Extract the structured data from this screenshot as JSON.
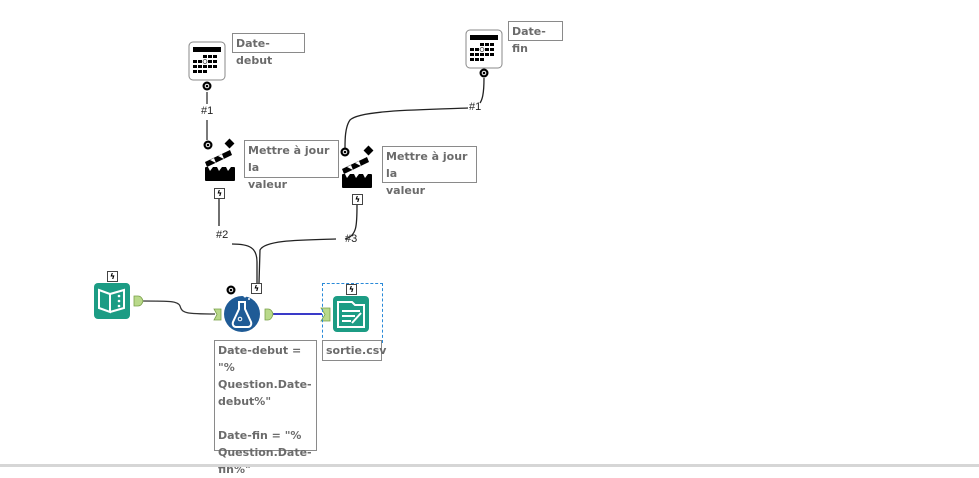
{
  "canvas": {
    "tools": {
      "date_debut": {
        "type": "date-input",
        "icon": "calendar-icon",
        "annotation": "Date-debut"
      },
      "date_fin": {
        "type": "date-input",
        "icon": "calendar-icon",
        "annotation": "Date-fin"
      },
      "action_1": {
        "type": "action",
        "icon": "clapperboard-icon",
        "annotation": "Mettre à jour la\nvaleur"
      },
      "action_2": {
        "type": "action",
        "icon": "clapperboard-icon",
        "annotation": "Mettre à jour la\nvaleur"
      },
      "input": {
        "type": "input-data",
        "icon": "book-icon"
      },
      "formula": {
        "type": "formula",
        "icon": "flask-icon",
        "annotation": "Date-debut = \"%\nQuestion.Date-\ndebut%\"\n\nDate-fin = \"%\nQuestion.Date-\nfin%\""
      },
      "output": {
        "type": "output-data",
        "icon": "output-file-icon",
        "annotation": "sortie.csv"
      }
    },
    "connection_labels": {
      "c1": "#1",
      "c2": "#1",
      "c3": "#2",
      "c4": "#3"
    },
    "colors": {
      "tool_teal": "#1c9c84",
      "formula_blue": "#1f5b96",
      "anchor_green": "#b9d98a",
      "data_line": "#3a3ac8",
      "selection": "#2a8ad8"
    }
  }
}
